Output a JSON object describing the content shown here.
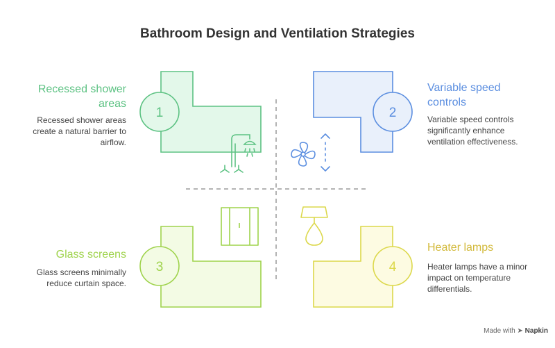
{
  "title": "Bathroom Design and Ventilation Strategies",
  "colors": {
    "green": "#5dc283",
    "blue": "#5b8ee0",
    "lime": "#9fd34c",
    "yellow": "#dcd84b"
  },
  "quadrants": [
    {
      "number": "1",
      "title": "Recessed shower areas",
      "description": "Recessed shower areas create a natural barrier to airflow.",
      "icon": "shower-icon"
    },
    {
      "number": "2",
      "title": "Variable speed controls",
      "description": "Variable speed controls significantly enhance ventilation effectiveness.",
      "icon": "fan-icon"
    },
    {
      "number": "3",
      "title": "Glass screens",
      "description": "Glass screens minimally reduce curtain space.",
      "icon": "glass-door-icon"
    },
    {
      "number": "4",
      "title": "Heater lamps",
      "description": "Heater lamps have a minor impact on temperature differentials.",
      "icon": "lamp-icon"
    }
  ],
  "badge": {
    "prefix": "Made with",
    "brand": "Napkin"
  }
}
